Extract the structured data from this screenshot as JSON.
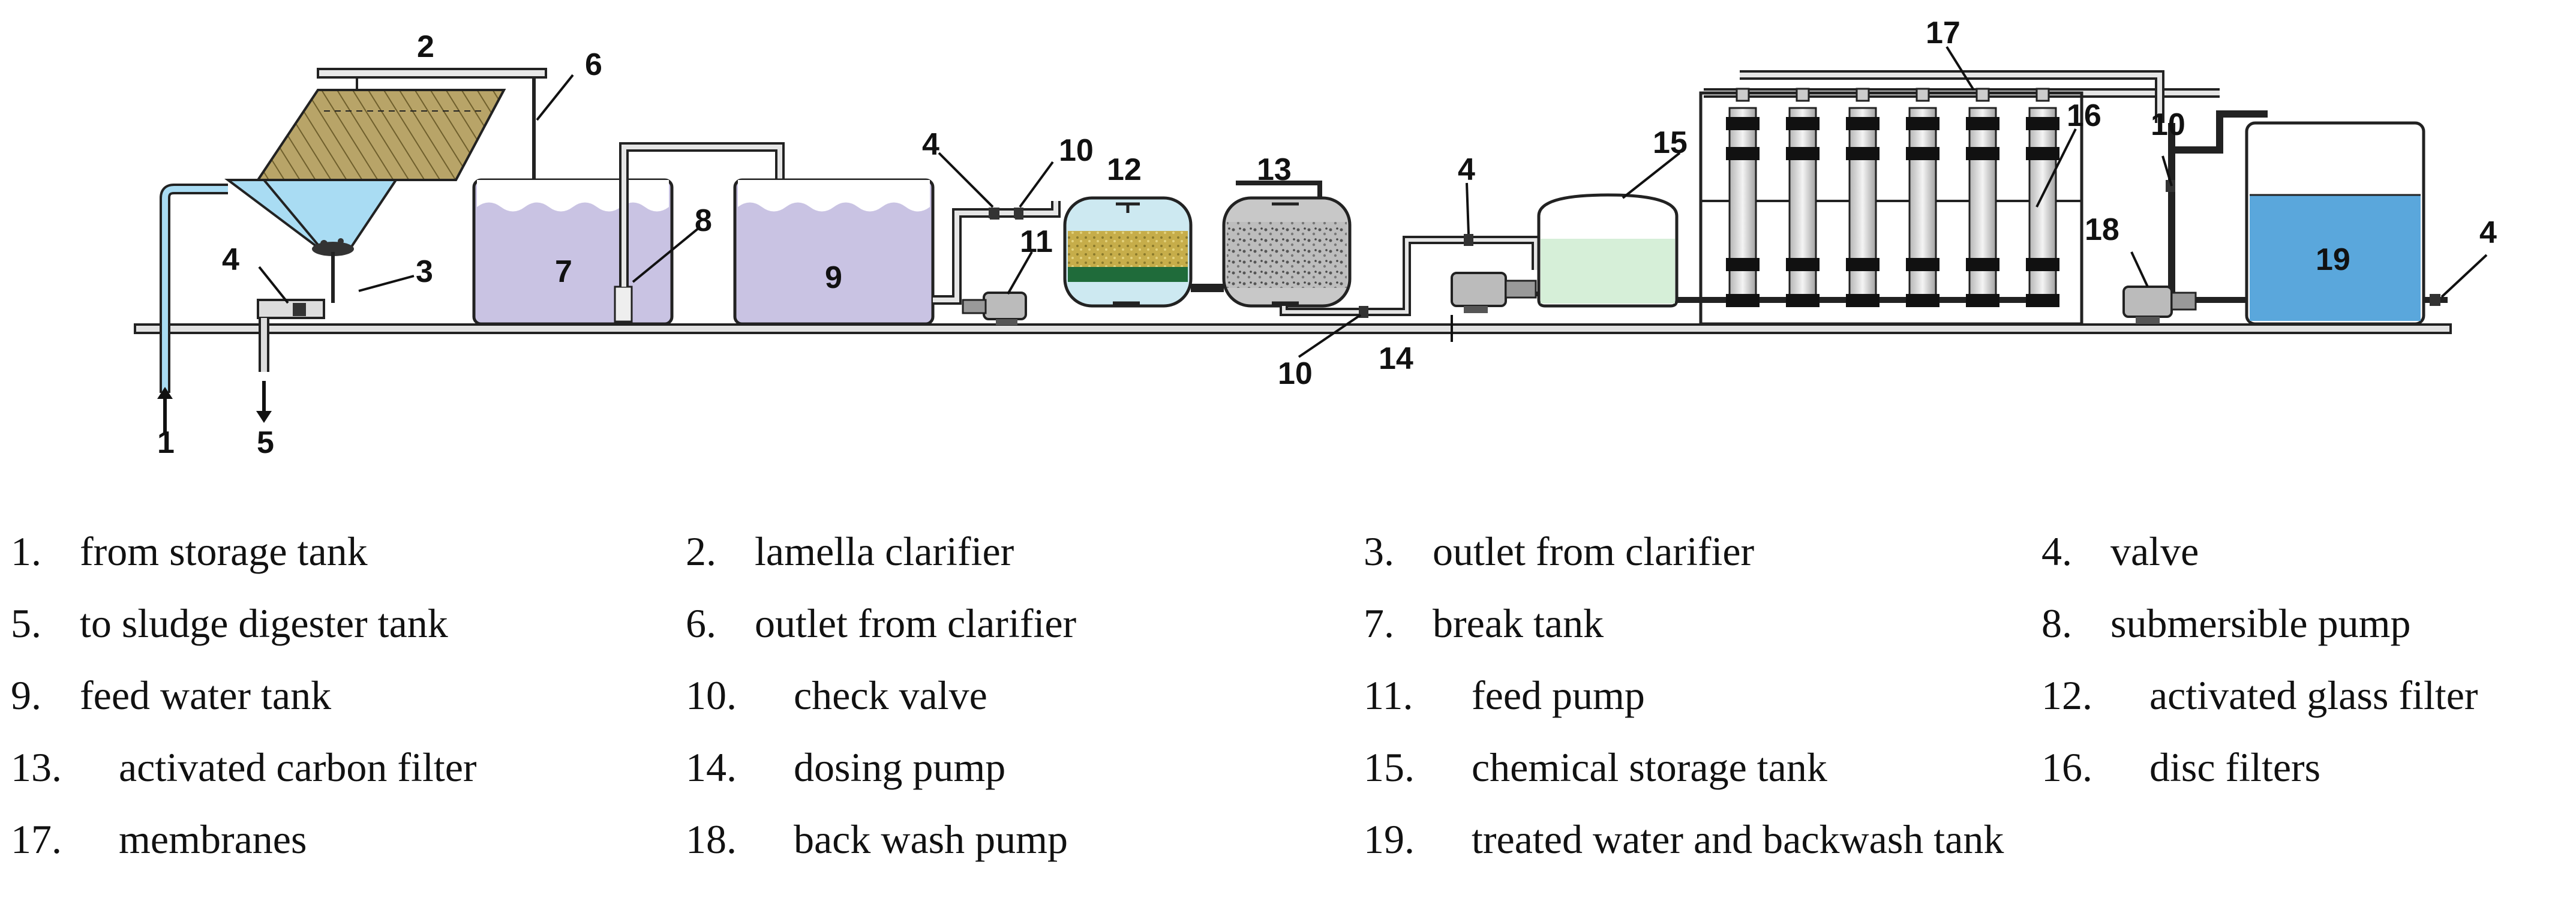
{
  "diagram": {
    "labels": {
      "n1": "1",
      "n2": "2",
      "n3": "3",
      "n4a": "4",
      "n4b": "4",
      "n4c": "4",
      "n4d": "4",
      "n5": "5",
      "n6": "6",
      "n7": "7",
      "n8": "8",
      "n9": "9",
      "n10a": "10",
      "n10b": "10",
      "n10c": "10",
      "n11": "11",
      "n12": "12",
      "n13": "13",
      "n14": "14",
      "n15": "15",
      "n16": "16",
      "n17": "17",
      "n18": "18",
      "n19": "19"
    },
    "colors": {
      "clarifier_water": "#a9dcf3",
      "lamella_plates": "#b8a468",
      "break_tank": "#c9c3e3",
      "glass_filter": "#cde9f1",
      "glass_media": "#c6ad4a",
      "glass_media_dark": "#1f6b3a",
      "carbon_filter": "#c8c8c8",
      "chemical_tank": "#d6efd8",
      "treated_tank": "#5aa7dc",
      "pipe": "#e6e6e6"
    }
  },
  "legend": [
    {
      "num": "1.",
      "text": "from storage tank"
    },
    {
      "num": "2.",
      "text": "lamella clarifier"
    },
    {
      "num": "3.",
      "text": "outlet from clarifier"
    },
    {
      "num": "4.",
      "text": "valve"
    },
    {
      "num": "5.",
      "text": "to sludge digester tank"
    },
    {
      "num": "6.",
      "text": "outlet from clarifier"
    },
    {
      "num": "7.",
      "text": "break tank"
    },
    {
      "num": "8.",
      "text": "submersible pump"
    },
    {
      "num": "9.",
      "text": "feed water tank"
    },
    {
      "num": "10.",
      "text": "check valve"
    },
    {
      "num": "11.",
      "text": "feed pump"
    },
    {
      "num": "12.",
      "text": "activated glass filter"
    },
    {
      "num": "13.",
      "text": "activated carbon filter"
    },
    {
      "num": "14.",
      "text": "dosing pump"
    },
    {
      "num": "15.",
      "text": "chemical storage tank"
    },
    {
      "num": "16.",
      "text": "disc filters"
    },
    {
      "num": "17.",
      "text": "membranes"
    },
    {
      "num": "18.",
      "text": "back wash pump"
    },
    {
      "num": "19.",
      "text": "treated water and backwash tank"
    }
  ]
}
